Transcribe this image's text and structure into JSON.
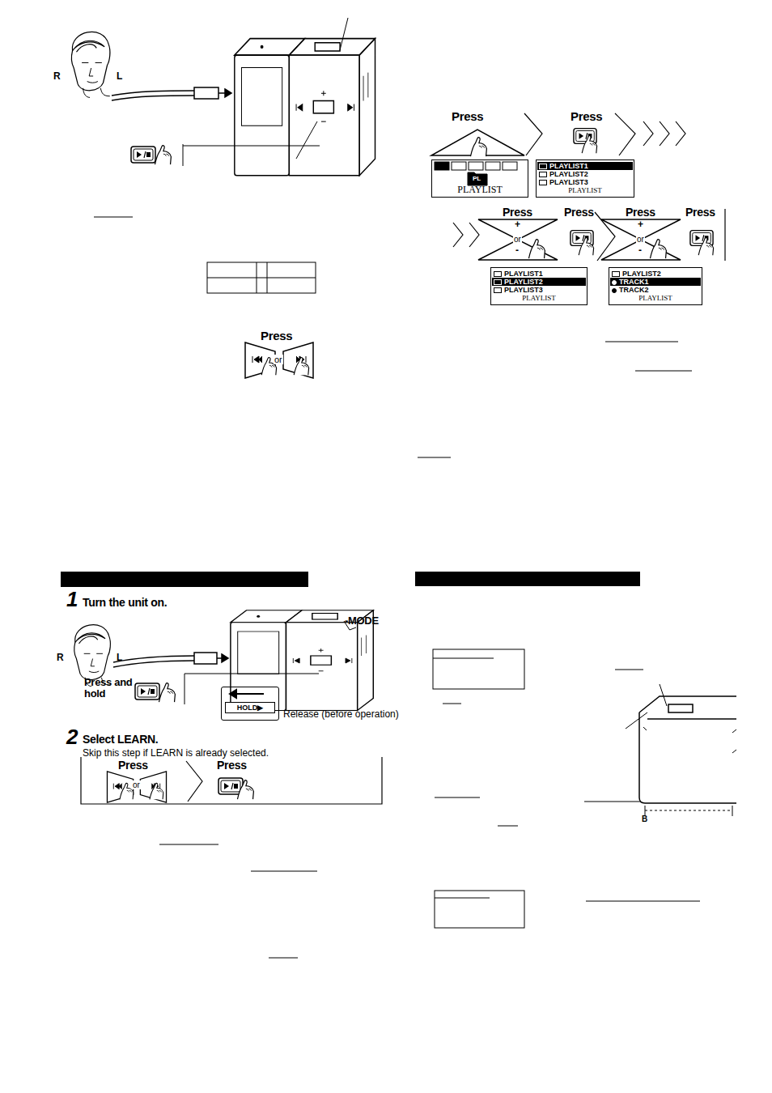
{
  "diagram": {
    "nodes": [
      {
        "text": [
          "PL",
          "PLAYLIST"
        ]
      },
      {
        "text": [
          "PLAYLIST1",
          "PLAYLIST2",
          "PLAYLIST3",
          "PLAYLIST"
        ]
      },
      {
        "text": [
          "PLAYLIST1",
          "PLAYLIST2",
          "PLAYLIST3",
          "PLAYLIST"
        ]
      },
      {
        "text": [
          "PLAYLIST2",
          "TRACK1",
          "TRACK2",
          "PLAYLIST"
        ]
      },
      {
        "text": [
          "HOLD▶"
        ]
      }
    ],
    "labels": [
      "R",
      "L",
      "Press",
      "or",
      "Press",
      "Press",
      "Press",
      "+",
      "or",
      "-",
      "Press",
      "Press",
      "+",
      "or",
      "-",
      "Press",
      "1",
      "Turn the unit on.",
      "-MODE",
      "R",
      "L",
      "Press and hold",
      "Release (before operation)",
      "2",
      "Select LEARN.",
      "Skip this step if LEARN is already selected.",
      "Press",
      "or",
      "Press",
      "B"
    ]
  }
}
